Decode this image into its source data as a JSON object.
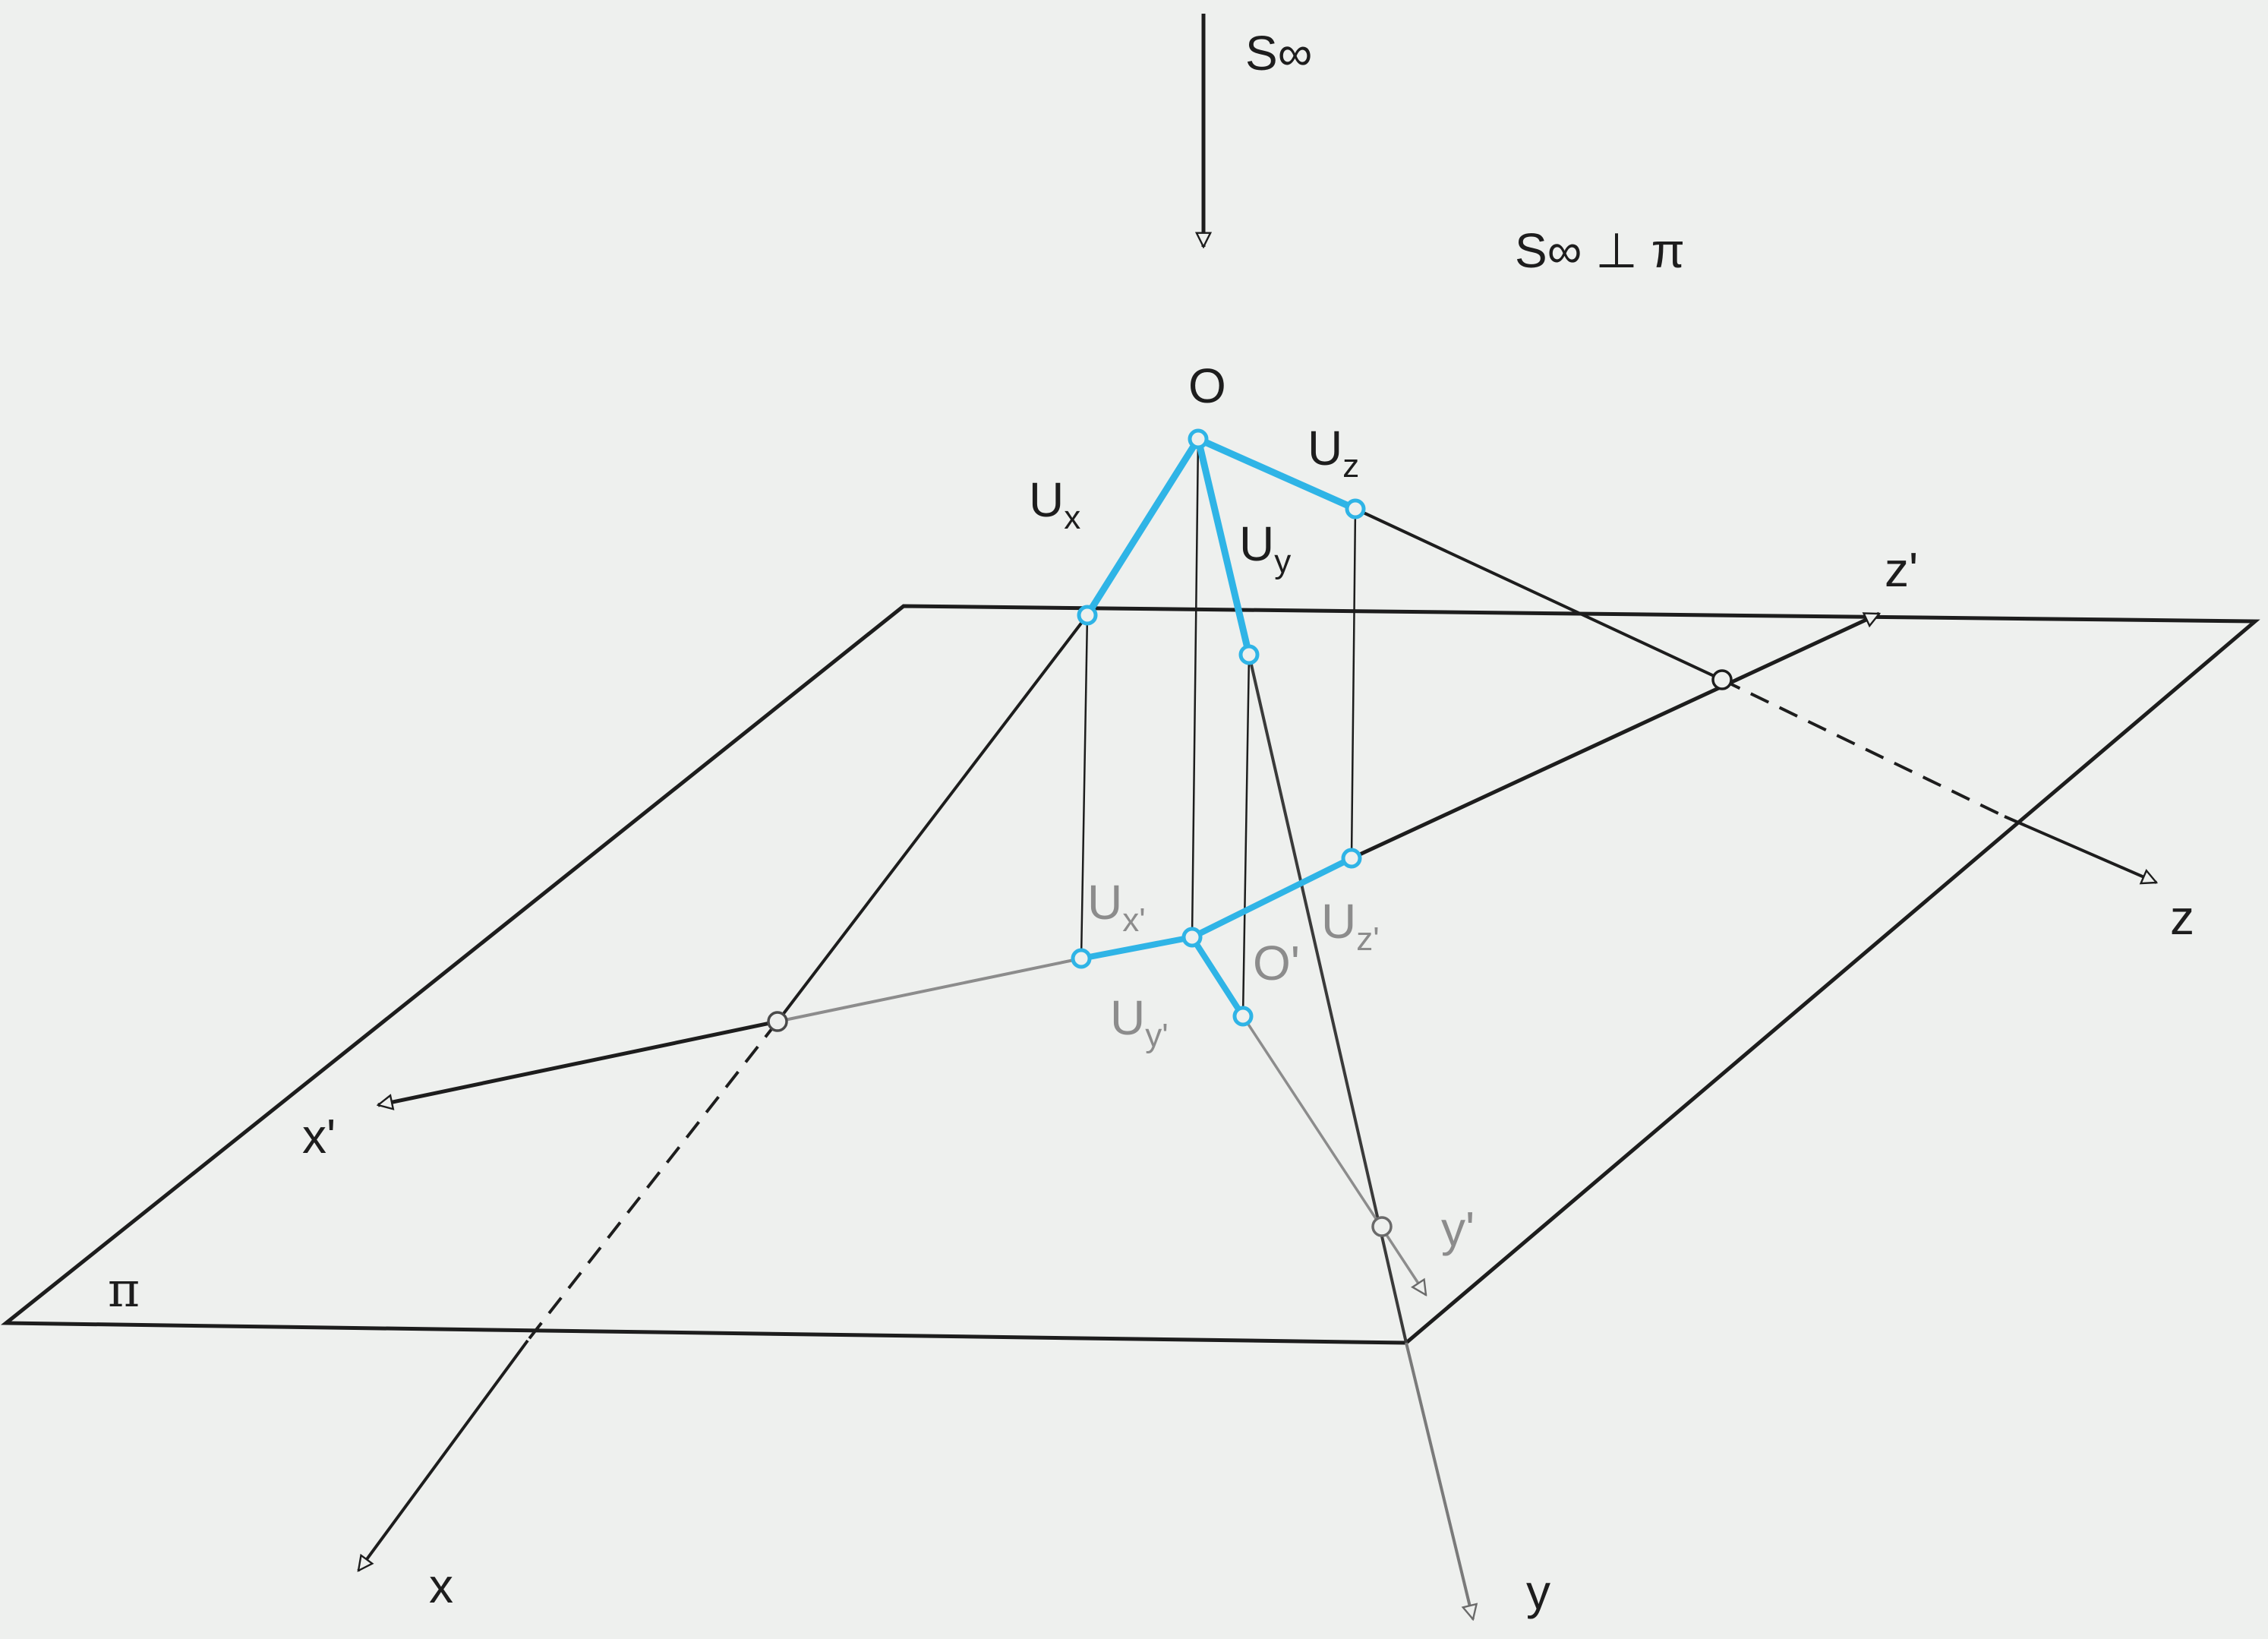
{
  "labels": {
    "s_inf": "S∞",
    "perp_statement": "S∞ ⊥ π",
    "origin": "O",
    "origin_proj": "O'",
    "ux_main": "U",
    "ux_sub": "x",
    "uy_main": "U",
    "uy_sub": "y",
    "uz_main": "U",
    "uz_sub": "z",
    "uxp_main": "U",
    "uxp_sub": "x'",
    "uyp_main": "U",
    "uyp_sub": "y'",
    "uzp_main": "U",
    "uzp_sub": "z'",
    "x_axis": "x",
    "y_axis": "y",
    "z_axis": "z",
    "x_proj": "x'",
    "y_proj": "y'",
    "z_proj": "z'",
    "plane": "π"
  },
  "colors": {
    "ink": "#1d1d1d",
    "grey_ink": "#8c8c8c",
    "accent_blue": "#2fb4e6",
    "background": "#eef0ee"
  }
}
